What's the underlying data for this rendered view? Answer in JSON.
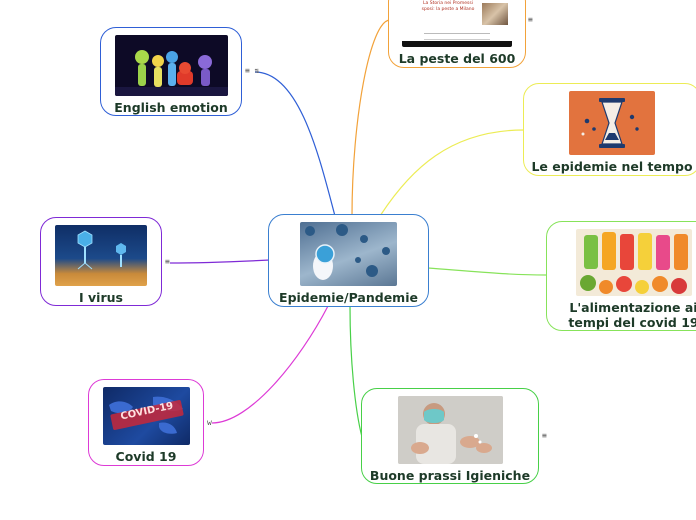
{
  "center": {
    "label": "Epidemie/Pandemie",
    "color": "#3a7fd0"
  },
  "nodes": {
    "peste": {
      "label": "La peste del 600",
      "color": "#f2a23a",
      "thumb_text": "La Storia nei Promessi sposi: la peste a Milano"
    },
    "emotion": {
      "label": "English emotion",
      "color": "#2f5fd6"
    },
    "tempo": {
      "label": "Le epidemie nel tempo",
      "color": "#ecec55"
    },
    "virus": {
      "label": "I virus",
      "color": "#7f2ad6"
    },
    "alimentazione": {
      "label": "L'alimentazione ai tempi del covid 19",
      "color": "#87e35a"
    },
    "covid": {
      "label": "Covid 19",
      "color": "#dd3ad6",
      "thumb_text": "COVID-19"
    },
    "igieniche": {
      "label": "Buone prassi Igieniche",
      "color": "#48d048"
    }
  },
  "notes": {
    "peste": "≡",
    "emotion": "≡ ⇅",
    "virus": "≡",
    "covid": "w",
    "igieniche": "≡"
  }
}
